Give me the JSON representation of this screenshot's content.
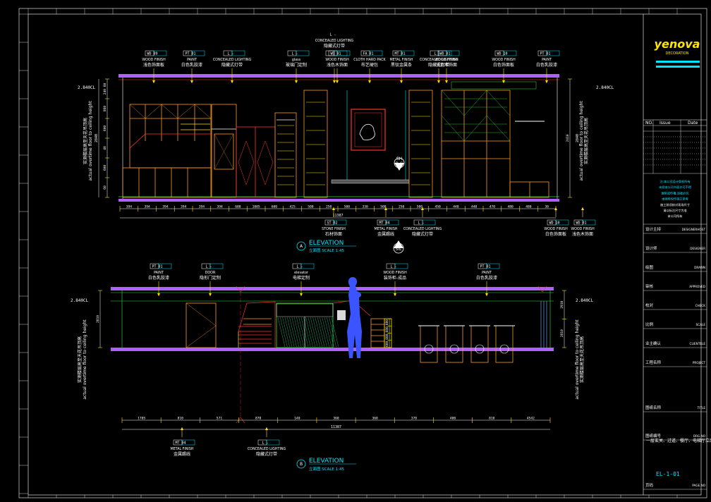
{
  "brand": {
    "name": "yenova",
    "sub": "DECORATION"
  },
  "colors": {
    "line_white": "#ffffff",
    "line_cyan": "#00e5ff",
    "line_red": "#ff3030",
    "line_orange": "#ff9a1f",
    "line_green": "#2ee82e",
    "line_yellow": "#ffe400",
    "line_purple": "#b060ff",
    "line_magenta": "#ff40ff"
  },
  "title_block": {
    "header": [
      "NO.",
      "Issue",
      "Date"
    ],
    "notes": [
      "注:本公司设计版权所有",
      "未经本公司书面许可不得",
      "复制或传播,违者必究",
      "本图纸仅作施工参考",
      "施工前须核对现场尺寸",
      "请以标注尺寸为准",
      "本公司所有"
    ],
    "rows": [
      {
        "cn": "设计主持",
        "en": "DESIGNERHOST"
      },
      {
        "cn": "设计师",
        "en": "DESIGNER"
      },
      {
        "cn": "绘图",
        "en": "DRAWN"
      },
      {
        "cn": "审核",
        "en": "APPROVED"
      },
      {
        "cn": "校对",
        "en": "CHECK"
      },
      {
        "cn": "比例",
        "en": "SCALE"
      },
      {
        "cn": "业主确认",
        "en": "CLIENTELE"
      },
      {
        "cn": "工程名称",
        "en": "PROJECT"
      },
      {
        "cn": "图纸名称",
        "en": "TITLE"
      },
      {
        "cn": "图纸编号",
        "en": "DRG.NO"
      },
      {
        "cn": "页码",
        "en": "PAGE.NO"
      }
    ],
    "title_value": "一层玄关、过道、餐厅、电梯厅立面图",
    "drawing_no": "EL-1-01"
  },
  "elev_a": {
    "title": "ELEVATION",
    "subtitle": "立面图  SCALE 1:45",
    "marker": "A",
    "height": "2840",
    "height_tag": "2.840CL",
    "side_text_en": "actual overtime floor to ceiling height",
    "side_text_cn": "实测楼层高至天花吊顶高",
    "total": "11387",
    "dims": [
      "394",
      "394",
      "394",
      "394",
      "394",
      "394",
      "600",
      "1005",
      "600",
      "425",
      "500",
      "250",
      "500",
      "330",
      "500",
      "250",
      "500",
      "450",
      "440",
      "440",
      "470",
      "480",
      "480",
      "30"
    ],
    "vdims": [
      "240 60",
      "860",
      "600",
      "40",
      "600",
      "60"
    ],
    "r_vdims": [
      "2410"
    ],
    "callouts_top": [
      {
        "code": "WD 09",
        "en": "WOOD FINISH",
        "cn": "浅色饰面板"
      },
      {
        "code": "PT 01",
        "en": "PAINT",
        "cn": "白色乳胶漆"
      },
      {
        "code": "L -",
        "en": "CONCEALED LIGHTING",
        "cn": "隐藏式灯带"
      },
      {
        "code": "L -",
        "en": "glass",
        "cn": "玻璃门定制"
      },
      {
        "code": "L -",
        "en": "CONCEALED LIGHTING",
        "cn": "隐藏式灯带"
      },
      {
        "code": "WD 01",
        "en": "WOOD FINISH",
        "cn": "浅色木饰面"
      },
      {
        "code": "FA 01",
        "en": "CLOTH HARD PACK",
        "cn": "布艺硬包"
      },
      {
        "code": "MT 01",
        "en": "METAL FINISH",
        "cn": "黑钛金属条"
      },
      {
        "code": "L -",
        "en": "CONCEALED LIGHTING",
        "cn": "隐藏式灯带"
      },
      {
        "code": "WD 01",
        "en": "WOOD FINISH",
        "cn": "浅色木饰面"
      },
      {
        "code": "WD 10",
        "en": "WOOD FINISH",
        "cn": "白色饰面板"
      },
      {
        "code": "PT 01",
        "en": "PAINT",
        "cn": "白色乳胶漆"
      }
    ],
    "callouts_bottom": [
      {
        "code": "ST 02",
        "en": "STONE FINISH",
        "cn": "石材饰面"
      },
      {
        "code": "MT 04",
        "en": "METAL FINISH",
        "cn": "金属踢线"
      },
      {
        "code": "L -",
        "en": "CONCEALED LIGHTING",
        "cn": "隐藏式灯带"
      },
      {
        "code": "WD 01",
        "en": "WOOD FINISH",
        "cn": "浅色木饰面"
      },
      {
        "code": "WD 10",
        "en": "WOOD FINISH",
        "cn": "白色饰面板"
      }
    ],
    "section_markers": [
      "SH",
      "B-C",
      "SIL"
    ]
  },
  "elev_b": {
    "title": "ELEVATION",
    "subtitle": "立面图  SCALE 1:45",
    "marker": "B",
    "height": "2810",
    "height_tag": "2.840CL",
    "side_text_en": "actual overtime floor to ceiling height",
    "side_text_cn": "实测楼层高至天花吊顶高",
    "total": "11387",
    "dims": [
      "1705",
      "810",
      "571",
      "870",
      "140",
      "360",
      "360",
      "370",
      "400",
      "810",
      "4542"
    ],
    "vdims": [
      "2810"
    ],
    "r_vdims": [
      "2910",
      "2810"
    ],
    "cab_vdims": [
      "680",
      "680",
      "680",
      "680"
    ],
    "callouts_top": [
      {
        "code": "PT 01",
        "en": "PAINT",
        "cn": "白色乳胶漆"
      },
      {
        "code": "L -",
        "en": "DOOR",
        "cn": "隐形门定制"
      },
      {
        "code": "L -",
        "en": "elevator",
        "cn": "电梯定制"
      },
      {
        "code": "L -",
        "en": "WOOD FINISH",
        "cn": "装饰柜-成品"
      },
      {
        "code": "PT 01",
        "en": "PAINT",
        "cn": "白色乳胶漆"
      }
    ],
    "callouts_bottom": [
      {
        "code": "MT 04",
        "en": "METAL FINISH",
        "cn": "金属踢线"
      },
      {
        "code": "L -",
        "en": "CONCEALED LIGHTING",
        "cn": "隐藏式灯带"
      }
    ]
  }
}
